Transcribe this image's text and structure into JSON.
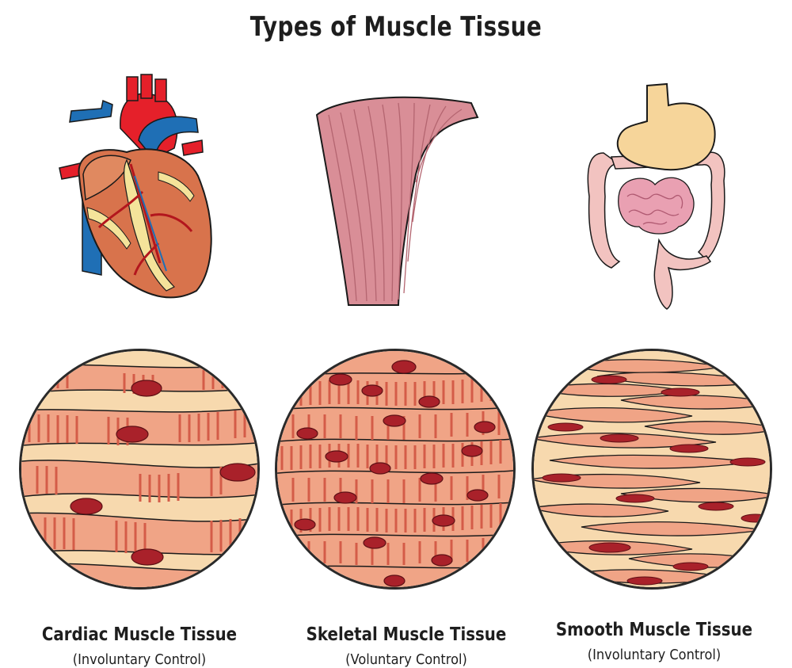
{
  "title": "Types of Muscle Tissue",
  "tissues": [
    {
      "name": "Cardiac Muscle Tissue",
      "control": "(Involuntary Control)",
      "organ_icon": "heart-icon"
    },
    {
      "name": "Skeletal Muscle Tissue",
      "control": "(Voluntary Control)",
      "organ_icon": "skeletal-muscle-icon"
    },
    {
      "name": "Smooth Muscle Tissue",
      "control": "(Involuntary Control)",
      "organ_icon": "digestive-organs-icon"
    }
  ],
  "colors": {
    "fiber": "#f0a486",
    "striation": "#d45c48",
    "nucleus": "#a9212a",
    "background": "#f7d9ae",
    "outline": "#2a2a2a"
  }
}
